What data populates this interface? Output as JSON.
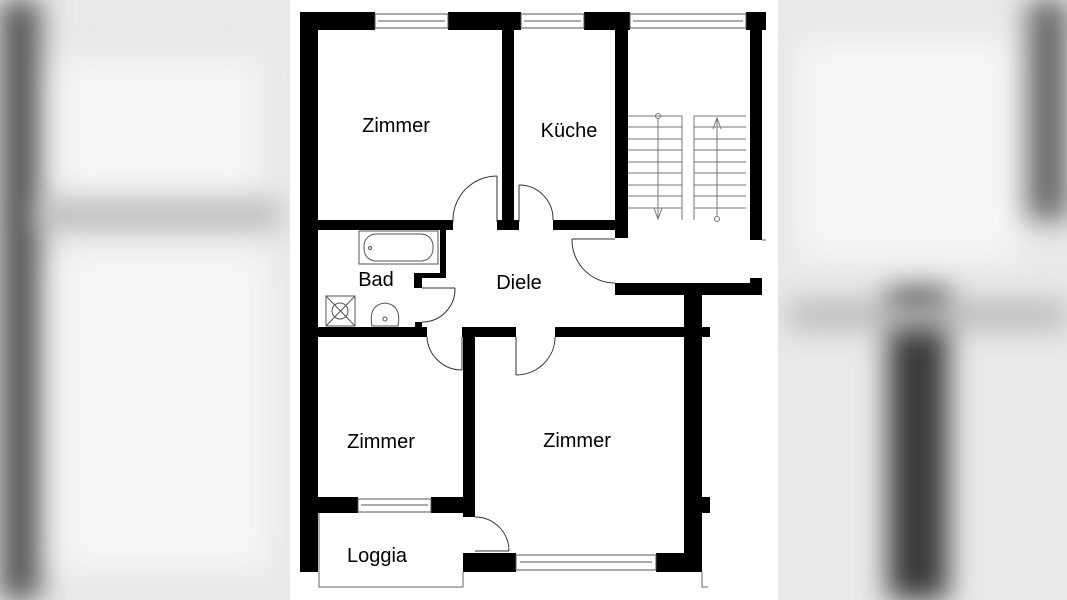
{
  "floor_plan": {
    "rooms": [
      {
        "id": "zimmer-top",
        "label": "Zimmer"
      },
      {
        "id": "kueche",
        "label": "Küche"
      },
      {
        "id": "bad",
        "label": "Bad"
      },
      {
        "id": "diele",
        "label": "Diele"
      },
      {
        "id": "zimmer-small",
        "label": "Zimmer"
      },
      {
        "id": "zimmer-large",
        "label": "Zimmer"
      },
      {
        "id": "loggia",
        "label": "Loggia"
      }
    ],
    "colors": {
      "wall": "#000000",
      "background": "#ffffff",
      "backdrop": "#e9e9e9"
    }
  }
}
